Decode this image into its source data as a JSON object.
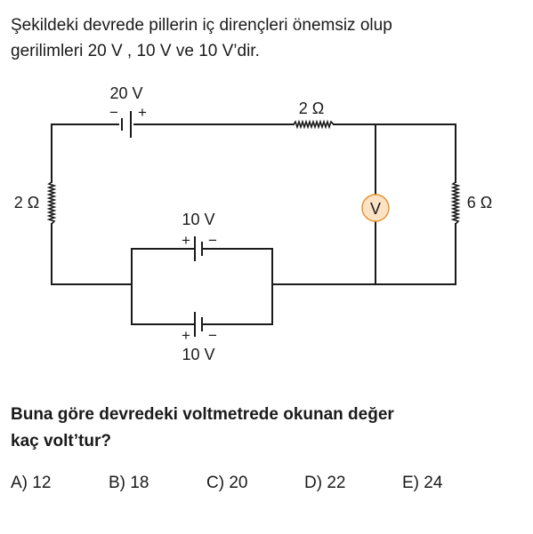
{
  "question": {
    "intro_line1": "Şekildeki devrede pillerin iç dirençleri önemsiz olup",
    "intro_line2": "gerilimleri 20 V , 10 V ve 10 V’dir.",
    "prompt_line1": "Buna göre devredeki voltmetrede okunan değer",
    "prompt_line2": "kaç volt’tur?"
  },
  "circuit": {
    "battery_top": {
      "label": "20 V",
      "minus": "−",
      "plus": "+"
    },
    "battery_mid": {
      "label": "10 V",
      "plus": "+",
      "minus": "−"
    },
    "battery_bottom": {
      "label": "10 V",
      "plus": "+",
      "minus": "−"
    },
    "resistor_left": "2 Ω",
    "resistor_top": "2 Ω",
    "resistor_right": "6 Ω",
    "voltmeter": "V",
    "voltmeter_fill": "#fbe2c4",
    "voltmeter_stroke": "#e5942c"
  },
  "options": {
    "a": "A) 12",
    "b": "B) 18",
    "c": "C) 20",
    "d": "D) 22",
    "e": "E) 24"
  }
}
